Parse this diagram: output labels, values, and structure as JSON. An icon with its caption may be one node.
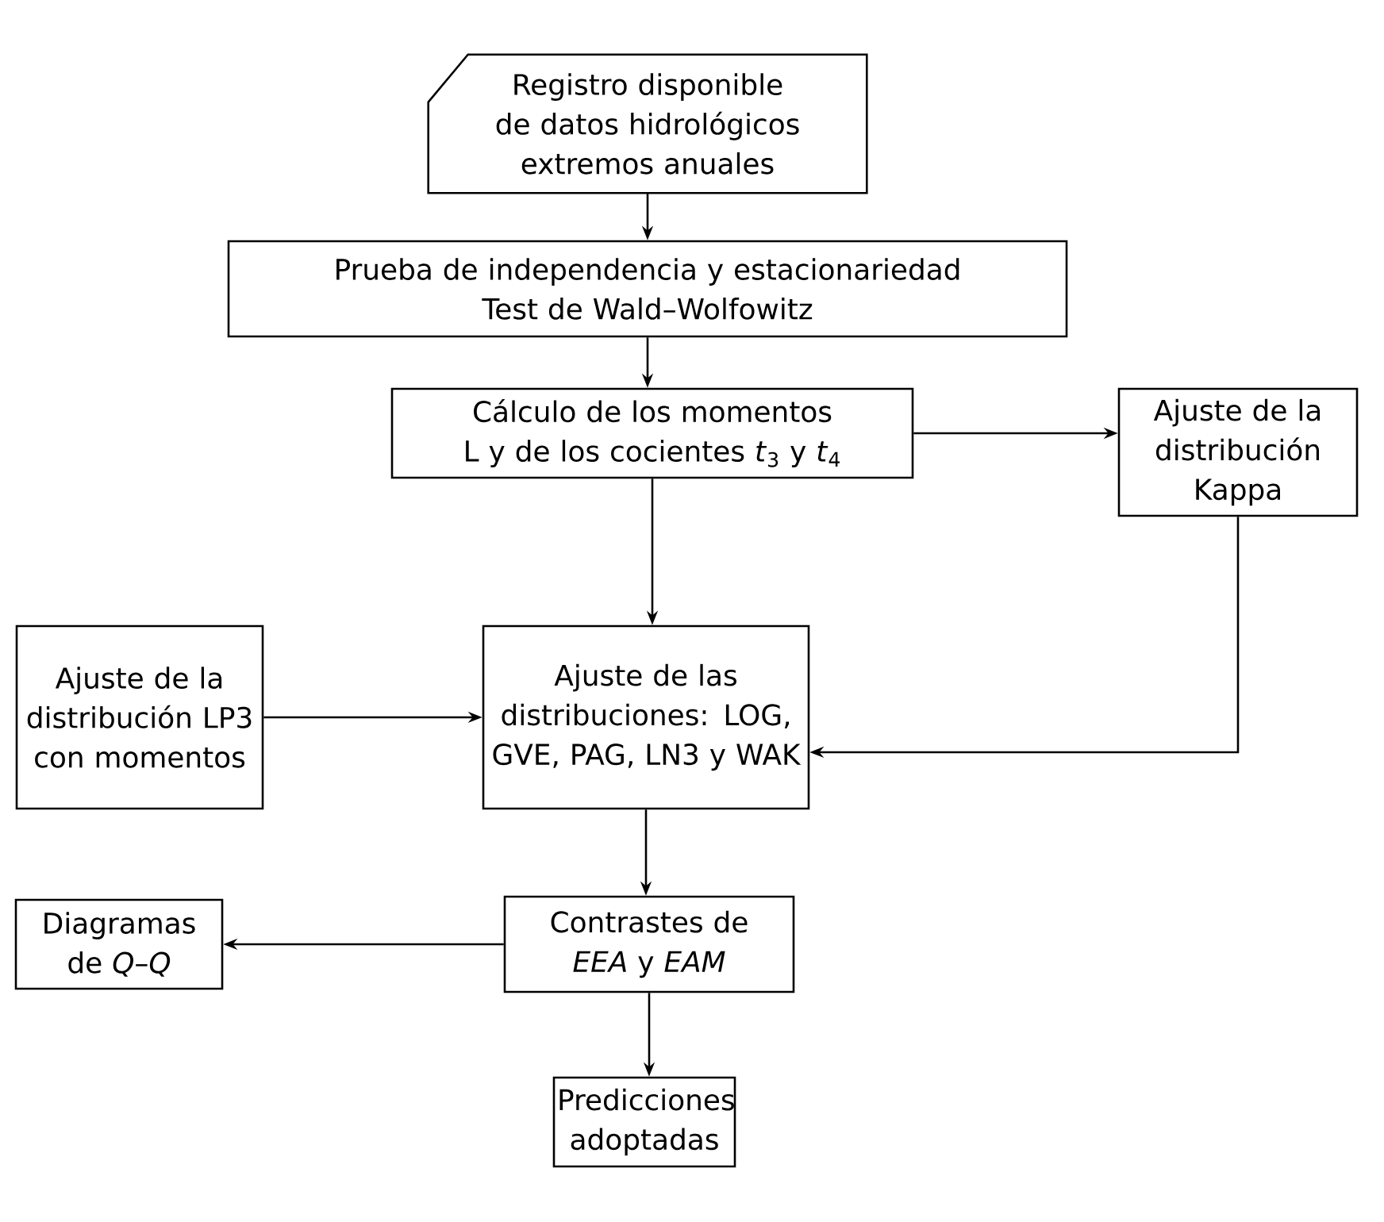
{
  "diagram": {
    "nodes": [
      {
        "text": [
          "Registro disponible de datos hidrológicos extremos anuales"
        ]
      },
      {
        "text": [
          "Prueba de independencia y estacionariedad",
          "Test de Wald–Wolfowitz"
        ]
      },
      {
        "text": [
          "Cálculo de los momentos L y de los cocientes *t*$_{3}$ y *t*$_{4}$"
        ]
      },
      {
        "text": [
          "Ajuste de la distribución Kappa"
        ]
      },
      {
        "text": [
          "Ajuste de la distribución LP3 con momentos"
        ]
      },
      {
        "text": [
          "Ajuste de las distribuciones: LOG, GVE, PAG, LN3 y WAK"
        ]
      },
      {
        "text": [
          "Diagramas de *Q*–*Q*"
        ]
      },
      {
        "text": [
          "Contrastes de *EEA* y *EAM*"
        ]
      },
      {
        "text": [
          "Predicciones adoptadas"
        ]
      }
    ],
    "edges": [
      {
        "from": 0,
        "to": 1,
        "arrow": "to"
      },
      {
        "from": 1,
        "to": 2,
        "arrow": "to"
      },
      {
        "from": 2,
        "to": 3,
        "arrow": "to"
      },
      {
        "from": 2,
        "to": 5,
        "arrow": "to"
      },
      {
        "from": 3,
        "to": 5,
        "arrow": "to"
      },
      {
        "from": 4,
        "to": 5,
        "arrow": "to"
      },
      {
        "from": 5,
        "to": 7,
        "arrow": "to"
      },
      {
        "from": 7,
        "to": 6,
        "arrow": "to"
      },
      {
        "from": 7,
        "to": 8,
        "arrow": "to"
      }
    ]
  }
}
